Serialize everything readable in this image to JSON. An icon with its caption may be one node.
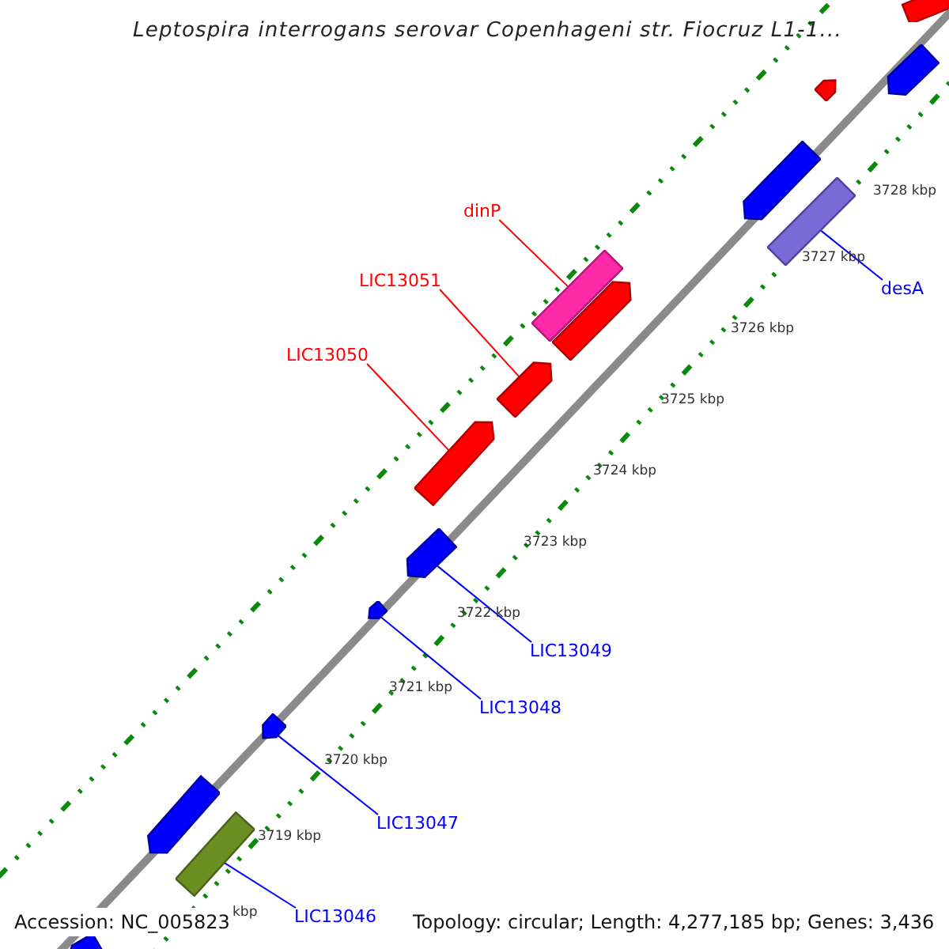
{
  "diagram": {
    "title": "Leptospira interrogans serovar Copenhageni str. Fiocruz L1-1...",
    "nodes": [
      {
        "text": [],
        "shape": "bar"
      },
      {
        "text": [],
        "shape": "bar"
      },
      {
        "text": [],
        "shape": "bar"
      },
      {
        "text": [],
        "shape": "bar"
      },
      {
        "text": [],
        "shape": "bar"
      },
      {
        "text": [
          "dinP"
        ]
      },
      {
        "text": [
          "desA"
        ]
      },
      {
        "text": [],
        "shape": "bar"
      },
      {
        "text": [],
        "shape": "bar"
      },
      {
        "text": [
          "LIC13051"
        ]
      },
      {
        "text": [],
        "shape": "bar"
      },
      {
        "text": [
          "LIC13050"
        ]
      },
      {
        "text": [],
        "shape": "bar"
      },
      {
        "text": [],
        "shape": "bar"
      },
      {
        "text": [],
        "shape": "bar"
      },
      {
        "text": [
          "LIC13049"
        ]
      },
      {
        "text": [
          "LIC13048"
        ]
      },
      {
        "text": [],
        "shape": "bar"
      },
      {
        "text": [
          "LIC13047"
        ]
      },
      {
        "text": [],
        "shape": "bar"
      },
      {
        "text": [],
        "shape": "bar"
      },
      {
        "text": [
          "LIC13046"
        ]
      },
      {
        "text": [],
        "shape": "bar"
      }
    ],
    "edges": [
      {
        "from": 5,
        "to": 7,
        "arrow": "none",
        "color": "#ff0000"
      },
      {
        "from": 6,
        "to": 4,
        "arrow": "none"
      },
      {
        "from": 9,
        "to": 10,
        "arrow": "none",
        "color": "#ff0000"
      },
      {
        "from": 11,
        "to": 12,
        "arrow": "none",
        "color": "#ff0000"
      },
      {
        "from": 15,
        "to": 13,
        "arrow": "none"
      },
      {
        "from": 16,
        "to": 14,
        "arrow": "none"
      },
      {
        "from": 18,
        "to": 17,
        "arrow": "none"
      },
      {
        "from": 21,
        "to": 20,
        "arrow": "none"
      }
    ],
    "labels": [
      "3728 kbp",
      "3727 kbp",
      "3726 kbp",
      "3725 kbp",
      "3724 kbp",
      "3723 kbp",
      "3722 kbp",
      "3721 kbp",
      "3720 kbp",
      "3719 kbp",
      "kbp",
      "Accession: NC_005823",
      "Topology: circular; Length: 4,277,185 bp; Genes: 3,436"
    ]
  }
}
